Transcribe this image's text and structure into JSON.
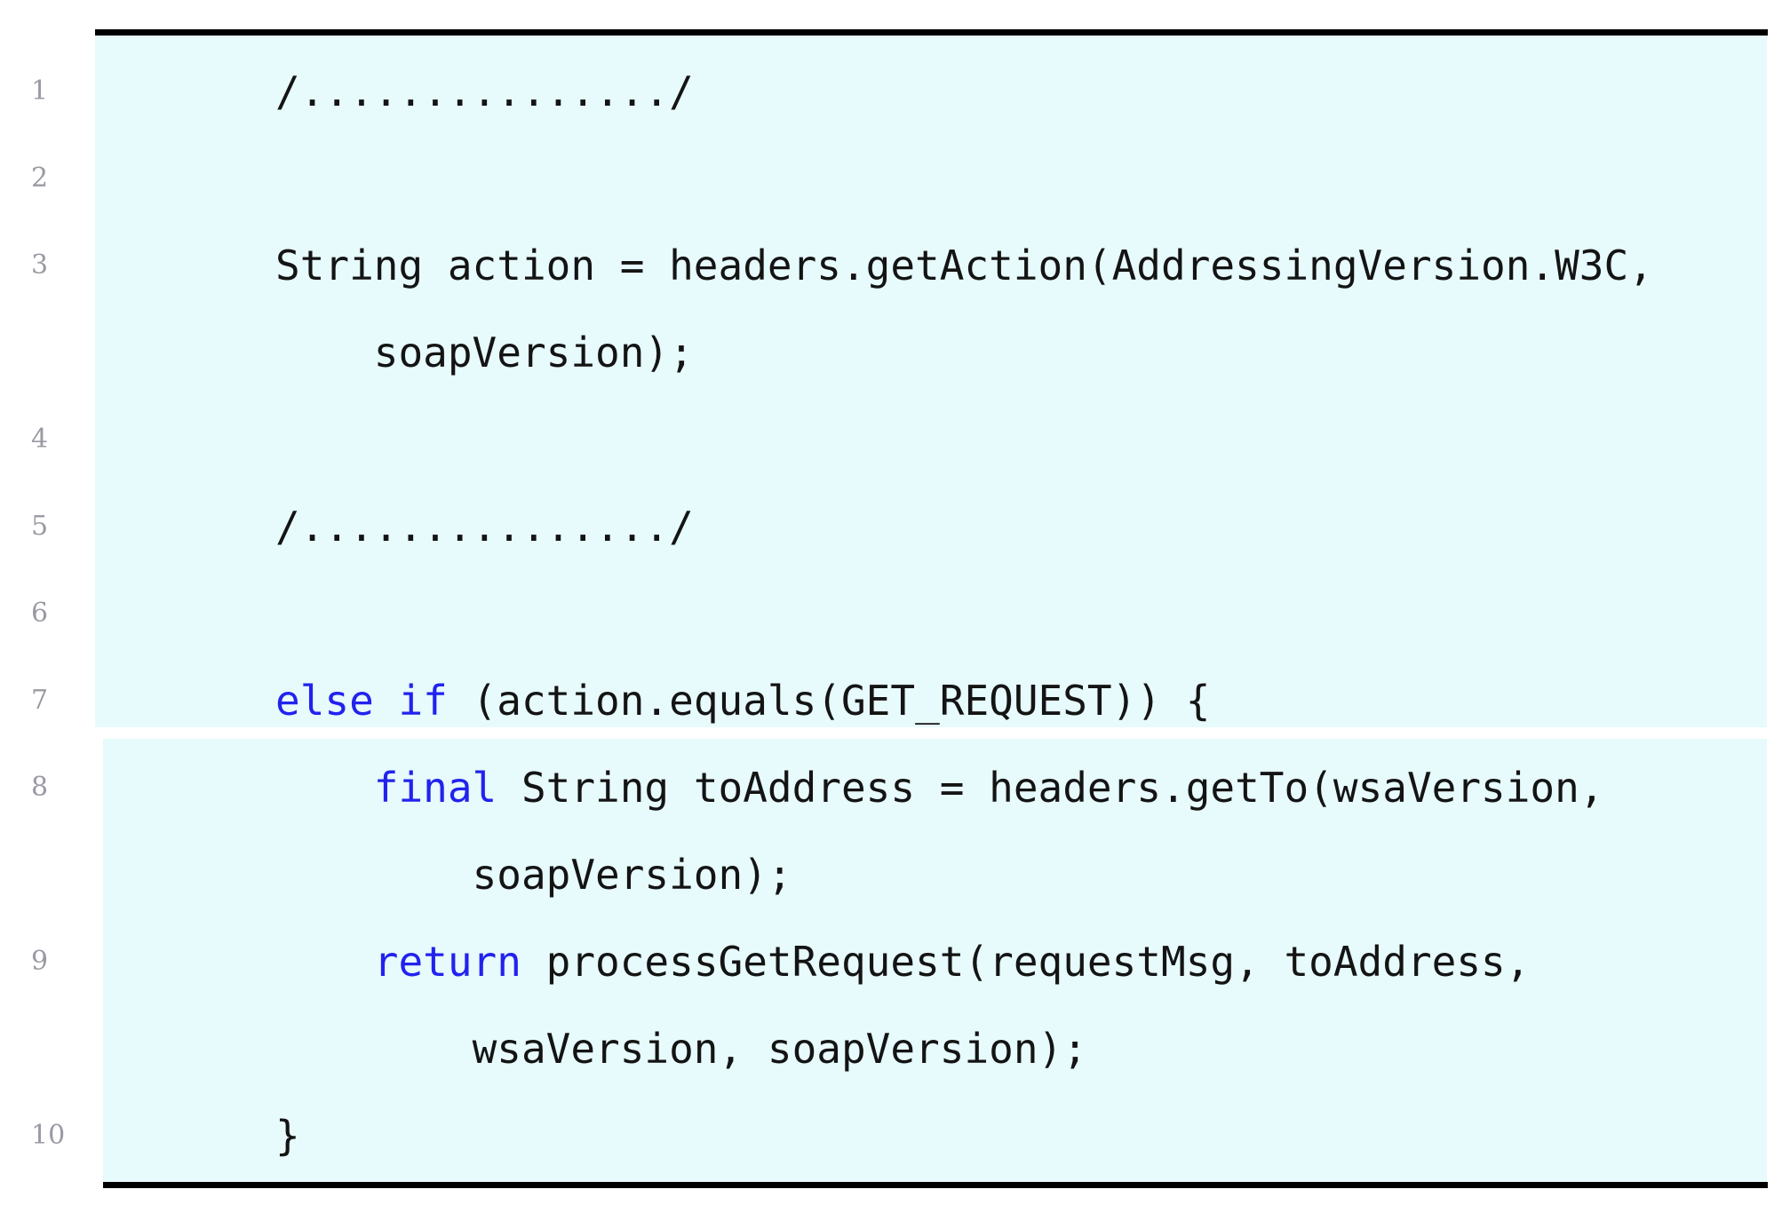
{
  "listing": {
    "language": "Java",
    "colors": {
      "highlight_background": "#e7fafc",
      "code_text": "#141414",
      "keyword": "#2222ee",
      "line_number": "#9a9aa4",
      "rule": "#000000"
    },
    "rows": [
      {
        "num": "1",
        "indent": 0,
        "segments": [
          {
            "t": "/.............../",
            "kw": false
          }
        ]
      },
      {
        "num": "2",
        "indent": 0,
        "segments": []
      },
      {
        "num": "3",
        "indent": 0,
        "segments": [
          {
            "t": "String action = headers.getAction(AddressingVersion.W3C,",
            "kw": false
          }
        ]
      },
      {
        "num": "",
        "indent": 4,
        "segments": [
          {
            "t": "soapVersion);",
            "kw": false
          }
        ]
      },
      {
        "num": "4",
        "indent": 0,
        "segments": []
      },
      {
        "num": "5",
        "indent": 0,
        "segments": [
          {
            "t": "/.............../",
            "kw": false
          }
        ]
      },
      {
        "num": "6",
        "indent": 0,
        "segments": []
      },
      {
        "num": "7",
        "indent": 0,
        "segments": [
          {
            "t": "else",
            "kw": true
          },
          {
            "t": " ",
            "kw": false
          },
          {
            "t": "if",
            "kw": true
          },
          {
            "t": " (action.equals(GET_REQUEST)) {",
            "kw": false
          }
        ]
      },
      {
        "num": "8",
        "indent": 4,
        "segments": [
          {
            "t": "final",
            "kw": true
          },
          {
            "t": " String toAddress = headers.getTo(wsaVersion,",
            "kw": false
          }
        ]
      },
      {
        "num": "",
        "indent": 8,
        "segments": [
          {
            "t": "soapVersion);",
            "kw": false
          }
        ]
      },
      {
        "num": "9",
        "indent": 4,
        "segments": [
          {
            "t": "return",
            "kw": true
          },
          {
            "t": " processGetRequest(requestMsg, toAddress,",
            "kw": false
          }
        ]
      },
      {
        "num": "",
        "indent": 8,
        "segments": [
          {
            "t": "wsaVersion, soapVersion);",
            "kw": false
          }
        ]
      },
      {
        "num": "10",
        "indent": 0,
        "segments": [
          {
            "t": "}",
            "kw": false
          }
        ]
      }
    ]
  }
}
